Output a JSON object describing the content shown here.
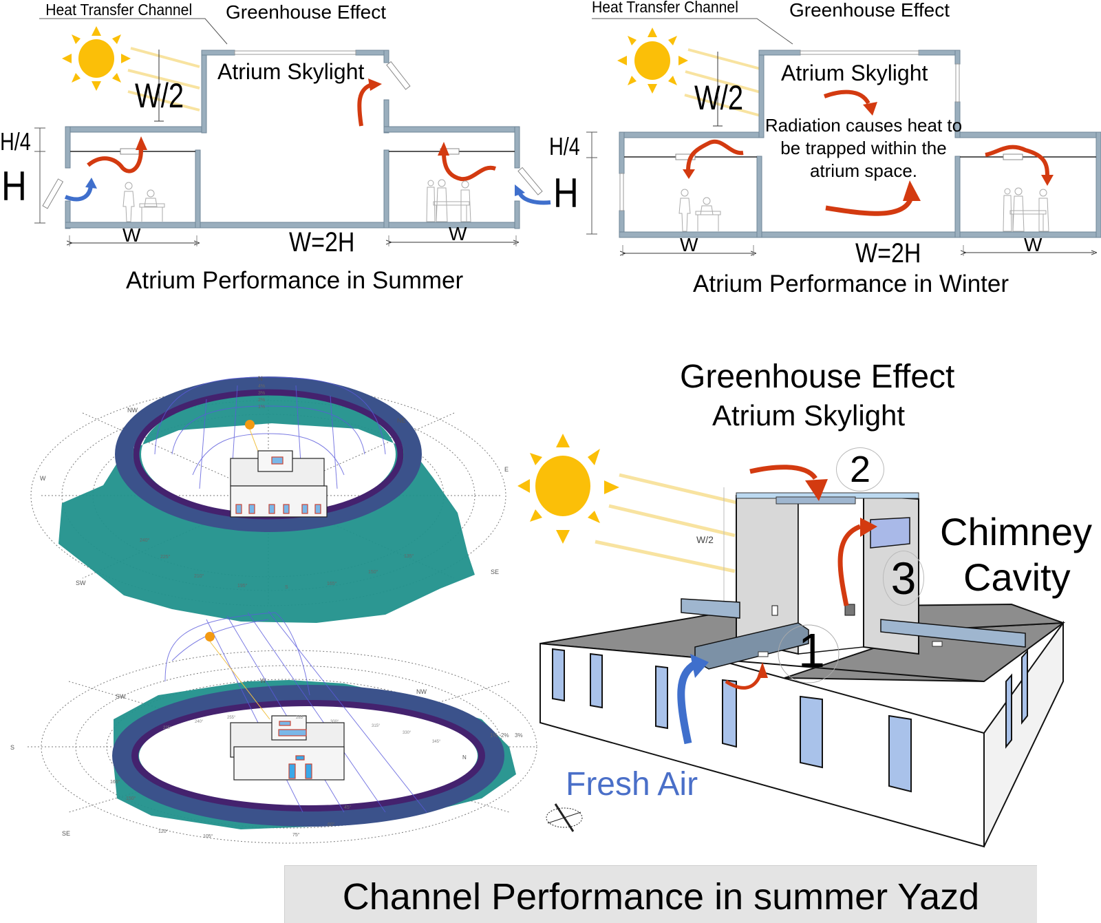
{
  "summer_section": {
    "label_channel": "Heat Transfer Channel",
    "label_greenhouse": "Greenhouse Effect",
    "label_skylight": "Atrium Skylight",
    "dim_w_half": "W/2",
    "dim_h_quarter": "H/4",
    "dim_h": "H",
    "dim_w_left": "W",
    "dim_w_center": "W=2H",
    "dim_w_right": "W",
    "caption": "Atrium Performance in Summer"
  },
  "winter_section": {
    "label_channel": "Heat Transfer Channel",
    "label_greenhouse": "Greenhouse Effect",
    "label_skylight": "Atrium Skylight",
    "note_line1": "Radiation causes heat to",
    "note_line2": "be trapped within the",
    "note_line3": "atrium space.",
    "dim_w_half": "W/2",
    "dim_h_quarter": "H/4",
    "dim_h": "H",
    "dim_w_left": "W",
    "dim_w_center": "W=2H",
    "dim_w_right": "W",
    "caption": "Atrium Performance in Winter"
  },
  "sun_path_top": {
    "compass": [
      "N",
      "NE",
      "E",
      "SE",
      "SW",
      "W",
      "NW"
    ],
    "radial_pct": [
      "4%",
      "3%",
      "2%",
      "1%"
    ],
    "azimuth_ticks": [
      "240°",
      "225°",
      "210°",
      "195°",
      "S",
      "165°",
      "150°",
      "135°"
    ]
  },
  "sun_path_bottom": {
    "compass": [
      "W",
      "SW",
      "NW",
      "S",
      "N",
      "SE"
    ],
    "radial_pct": [
      "1%",
      "2%",
      "3%"
    ],
    "azimuth_ticks": [
      "165°",
      "150°",
      "120°",
      "105°",
      "75°",
      "60°",
      "45°",
      "225°",
      "240°",
      "255°",
      "285°",
      "300°",
      "315°",
      "330°",
      "345°"
    ]
  },
  "iso_model": {
    "title1": "Greenhouse Effect",
    "title2": "Atrium Skylight",
    "num_1": "1",
    "num_2": "2",
    "num_3": "3",
    "label_chimney": "Chimney",
    "label_cavity": "Cavity",
    "label_w_half": "W/2",
    "label_fresh_air": "Fresh Air"
  },
  "footer": {
    "caption": "Channel Performance in summer Yazd"
  },
  "colors": {
    "wall": "#9aaebd",
    "wall_stroke": "#6f8597",
    "sun": "#fbbf08",
    "sun_ray": "#f8e3a0",
    "warm_arrow": "#d33a10",
    "cool_arrow": "#3f6fcc",
    "fresh_air_text": "#4a6fc8",
    "footer_bg": "#e4e4e4",
    "roof_gray": "#8d8d8d",
    "duct_blue": "#9fb6cf",
    "window_blue": "#a9c2ea",
    "rose_inner": "#44226e",
    "rose_mid": "#3b528b",
    "rose_outer": "#21918c"
  }
}
